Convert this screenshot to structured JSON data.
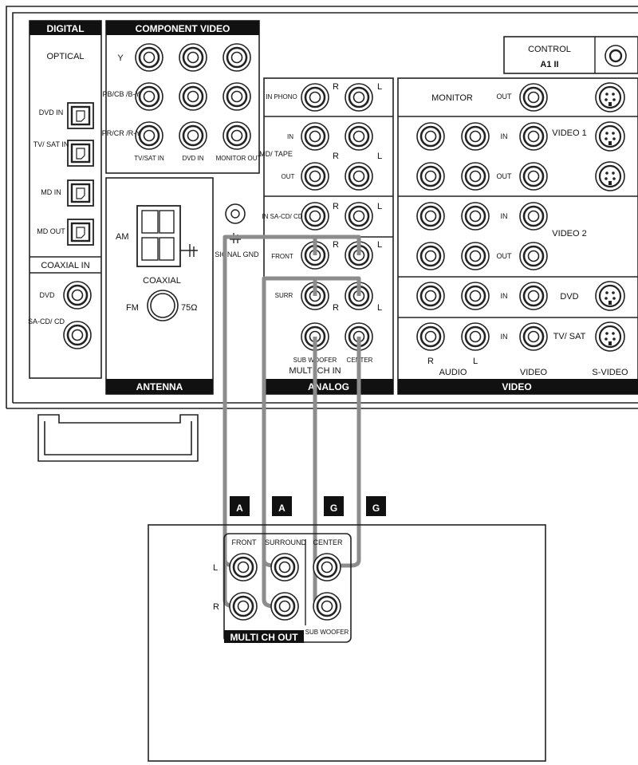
{
  "receiver": {
    "sections": {
      "digital": "DIGITAL",
      "optical": "OPTICAL",
      "component_video": "COMPONENT VIDEO",
      "coaxial_in": "COAXIAL IN",
      "antenna": "ANTENNA",
      "analog": "ANALOG",
      "video": "VIDEO",
      "control": "CONTROL",
      "control_sub": "A1 II"
    },
    "optical_inputs": [
      "DVD IN",
      "TV/ SAT IN",
      "MD IN",
      "MD OUT"
    ],
    "coaxial_inputs": [
      "DVD",
      "SA-CD/ CD"
    ],
    "component_rows": [
      "Y",
      "PB/CB /B-Y",
      "PR/CR /R-Y"
    ],
    "component_columns": [
      "TV/SAT IN",
      "DVD IN",
      "MONITOR OUT"
    ],
    "antenna": {
      "am": "AM",
      "coaxial": "COAXIAL",
      "fm": "FM",
      "ohm": "75Ω"
    },
    "signal_gnd": "SIGNAL GND",
    "analog_rows": [
      "IN PHONO",
      "MD/ TAPE",
      "IN",
      "OUT",
      "IN SA-CD/ CD",
      "FRONT",
      "SURR"
    ],
    "analog_bottom": [
      "SUB WOOFER",
      "CENTER",
      "MULTI CH IN"
    ],
    "rl": [
      "R",
      "L"
    ],
    "video_rows": [
      "MONITOR",
      "VIDEO 1",
      "VIDEO 2",
      "DVD",
      "TV/ SAT"
    ],
    "video_io": [
      "IN",
      "OUT"
    ],
    "video_bottom": [
      "AUDIO",
      "VIDEO",
      "S-VIDEO"
    ]
  },
  "cable_labels": [
    "A",
    "A",
    "G",
    "G"
  ],
  "player": {
    "groups": [
      "FRONT",
      "SURROUND",
      "CENTER"
    ],
    "sub": "SUB WOOFER",
    "lr": [
      "L",
      "R"
    ],
    "panel_label": "MULTI CH OUT"
  },
  "colors": {
    "cable": "#8c8c8c",
    "outline": "#222222",
    "header_fill": "#111111"
  },
  "icons": [
    "optical-jack-icon",
    "rca-jack-icon",
    "s-video-jack-icon",
    "ground-icon"
  ]
}
